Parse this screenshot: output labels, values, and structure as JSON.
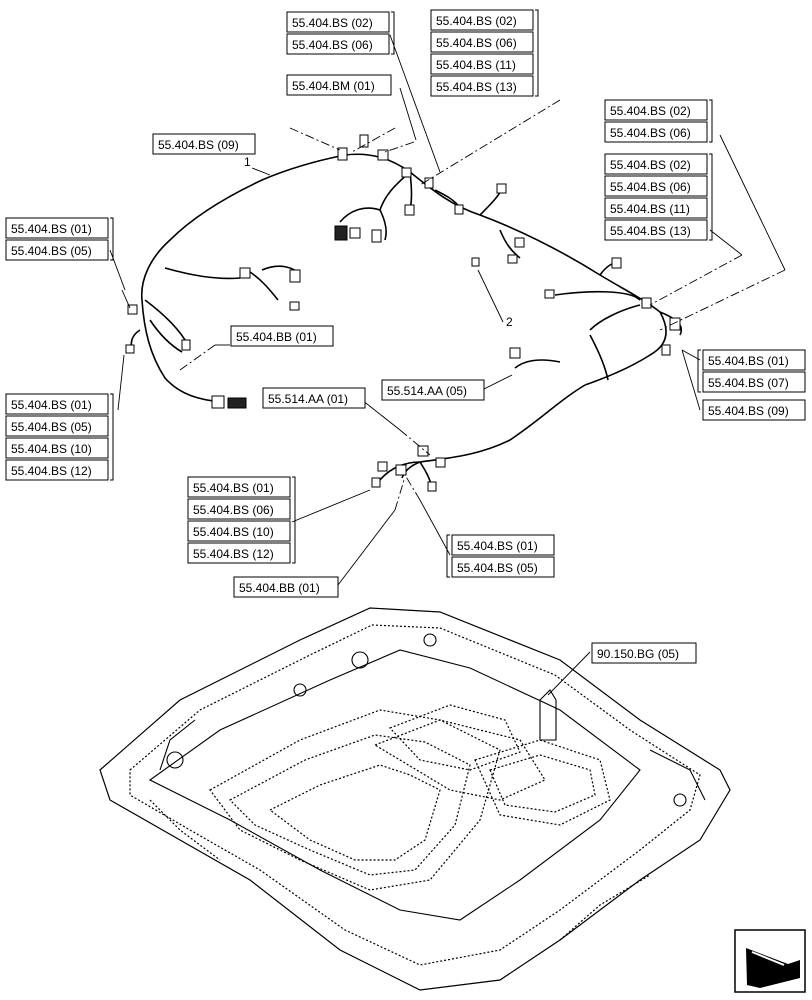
{
  "labels": {
    "g1": [
      "55.404.BS (02)",
      "55.404.BS (06)"
    ],
    "g2": [
      "55.404.BS (02)",
      "55.404.BS (06)",
      "55.404.BS (11)",
      "55.404.BS (13)"
    ],
    "g3": [
      "55.404.BM (01)"
    ],
    "g4": [
      "55.404.BS (09)"
    ],
    "g5": [
      "55.404.BS (02)",
      "55.404.BS (06)"
    ],
    "g6": [
      "55.404.BS (02)",
      "55.404.BS (06)",
      "55.404.BS (11)",
      "55.404.BS (13)"
    ],
    "g7": [
      "55.404.BS (01)",
      "55.404.BS (05)"
    ],
    "g8": [
      "55.404.BB (01)"
    ],
    "g9": [
      "55.404.BS (01)",
      "55.404.BS (07)"
    ],
    "g10": [
      "55.404.BS (09)"
    ],
    "g11": [
      "55.514.AA (05)"
    ],
    "g12": [
      "55.514.AA (01)"
    ],
    "g13": [
      "55.404.BS (01)",
      "55.404.BS (05)",
      "55.404.BS (10)",
      "55.404.BS (12)"
    ],
    "g14": [
      "55.404.BS (01)",
      "55.404.BS (06)",
      "55.404.BS (10)",
      "55.404.BS (12)"
    ],
    "g15": [
      "55.404.BS (01)",
      "55.404.BS (05)"
    ],
    "g16": [
      "55.404.BB (01)"
    ],
    "g17": [
      "90.150.BG (05)"
    ]
  },
  "items": {
    "harness": "1",
    "connector": "2"
  },
  "icons": {
    "nav": "arrow-icon"
  }
}
